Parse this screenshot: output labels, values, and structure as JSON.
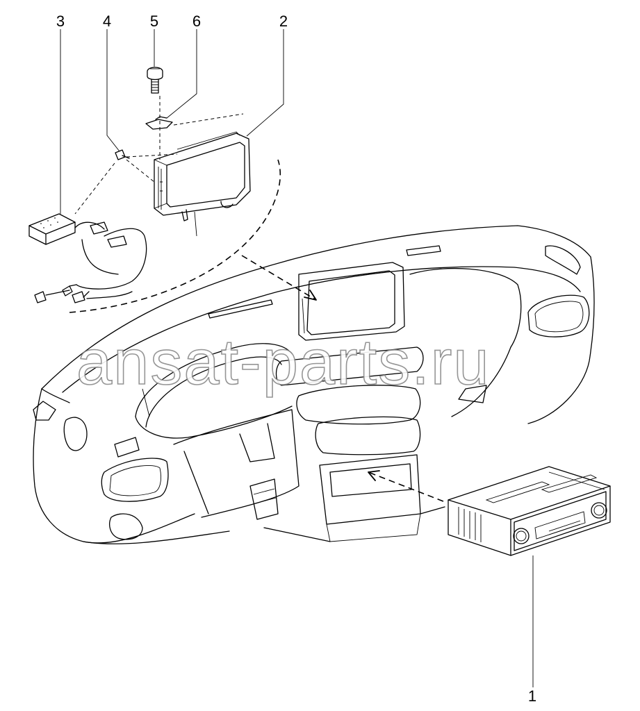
{
  "callouts": [
    {
      "id": "1",
      "text": "1"
    },
    {
      "id": "2",
      "text": "2"
    },
    {
      "id": "3",
      "text": "3"
    },
    {
      "id": "4",
      "text": "4"
    },
    {
      "id": "5",
      "text": "5"
    },
    {
      "id": "6",
      "text": "6"
    }
  ],
  "watermark": "ansat-parts.ru",
  "parts": [
    {
      "callout": "1",
      "icon": "radio-head-unit-icon"
    },
    {
      "callout": "2",
      "icon": "display-screen-icon"
    },
    {
      "callout": "3",
      "icon": "speaker-wiring-harness-icon"
    },
    {
      "callout": "4",
      "icon": "screw-icon"
    },
    {
      "callout": "5",
      "icon": "bolt-icon"
    },
    {
      "callout": "6",
      "icon": "bracket-clip-icon"
    }
  ]
}
